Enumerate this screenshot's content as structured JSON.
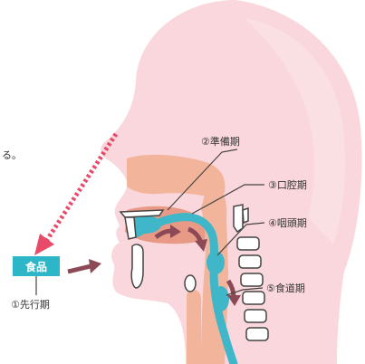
{
  "labels": {
    "stage1": "①先行期",
    "stage2": "②準備期",
    "stage3": "③口腔期",
    "stage4": "④咽頭期",
    "stage5": "⑤食道期",
    "food": "食品",
    "partial_text": "る。"
  },
  "colors": {
    "head_fill": "#f9d7dc",
    "head_inner": "#fbe3e6",
    "cavity": "#f2b49a",
    "cavity_dark": "#e99a86",
    "tract": "#3fb7c9",
    "food_box": "#2cb6c8",
    "arrow": "#8b4a55",
    "dotted_arrow": "#e84a6a",
    "line": "#444444",
    "bone_fill": "#ffffff"
  }
}
